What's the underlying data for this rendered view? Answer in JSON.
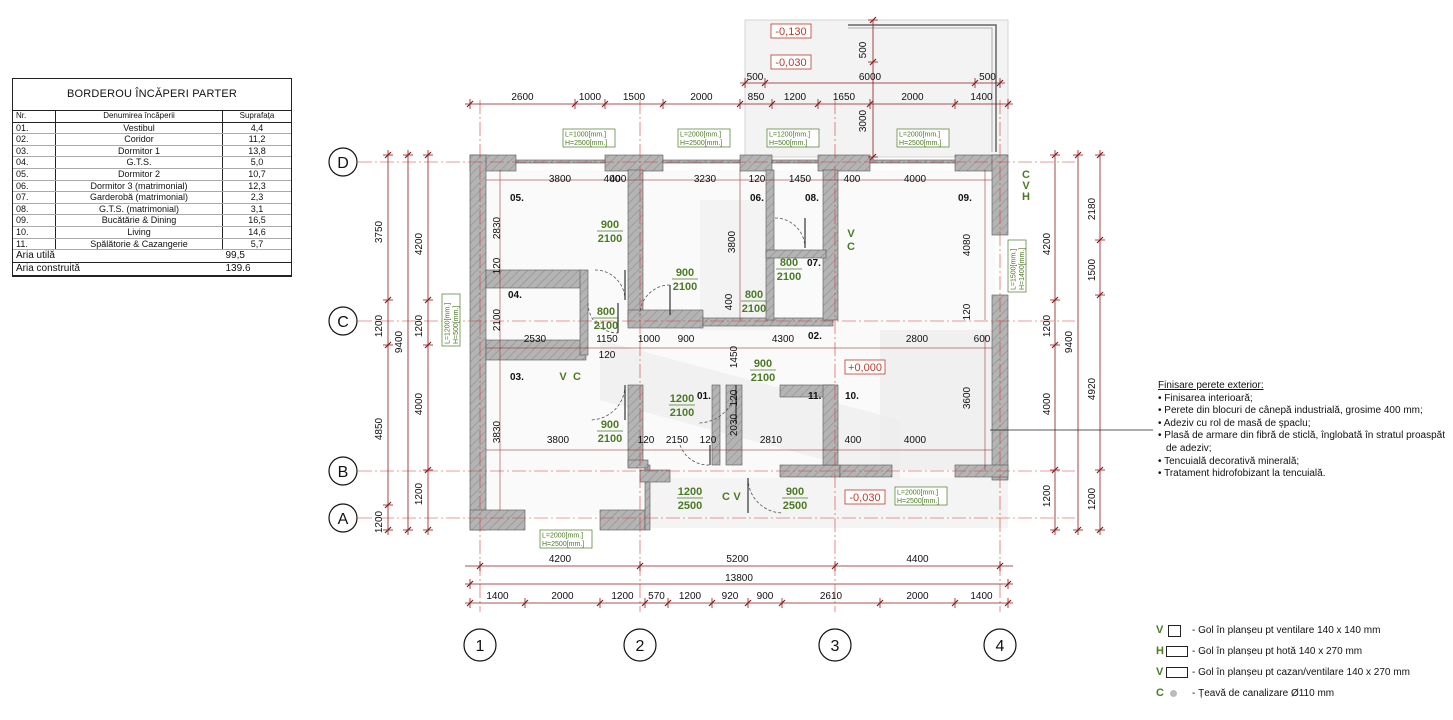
{
  "schedule": {
    "title": "BORDEROU ÎNCĂPERI PARTER",
    "headers": {
      "nr": "Nr.",
      "name": "Denumirea încăperii",
      "area": "Suprafața"
    },
    "rows": [
      {
        "nr": "01.",
        "name": "Vestibul",
        "area": "4,4"
      },
      {
        "nr": "02.",
        "name": "Coridor",
        "area": "11,2"
      },
      {
        "nr": "03.",
        "name": "Dormitor 1",
        "area": "13,8"
      },
      {
        "nr": "04.",
        "name": "G.T.S.",
        "area": "5,0"
      },
      {
        "nr": "05.",
        "name": "Dormitor 2",
        "area": "10,7"
      },
      {
        "nr": "06.",
        "name": "Dormitor 3 (matrimonial)",
        "area": "12,3"
      },
      {
        "nr": "07.",
        "name": "Garderobă (matrimonial)",
        "area": "2,3"
      },
      {
        "nr": "08.",
        "name": "G.T.S. (matrimonial)",
        "area": "3,1"
      },
      {
        "nr": "09.",
        "name": "Bucătărie & Dining",
        "area": "16,5"
      },
      {
        "nr": "10.",
        "name": "Living",
        "area": "14,6"
      },
      {
        "nr": "11.",
        "name": "Spălătorie & Cazangerie",
        "area": "5,7"
      }
    ],
    "useful_label": "Aria utilă",
    "useful_value": "99,5",
    "built_label": "Aria construită",
    "built_value": "139.6"
  },
  "axes": {
    "rows": [
      "D",
      "C",
      "B",
      "A"
    ],
    "cols": [
      "1",
      "2",
      "3",
      "4"
    ]
  },
  "levels": [
    "-0,130",
    "-0,030",
    "+0,000",
    "-0,030"
  ],
  "rooms": [
    "05.",
    "04.",
    "03.",
    "06.",
    "08.",
    "07.",
    "09.",
    "02.",
    "01.",
    "11.",
    "10."
  ],
  "dims_top": [
    "2600",
    "1000",
    "1500",
    "2000",
    "850",
    "1200",
    "1650",
    "2000",
    "1400"
  ],
  "dims_terrace": [
    "500",
    "6000",
    "500"
  ],
  "dims_terrace_v": [
    "500",
    "3000"
  ],
  "dims_bottom_1": [
    "4200",
    "5200",
    "4400"
  ],
  "dims_bottom_total": "13800",
  "dims_bottom_2": [
    "1400",
    "2000",
    "1200",
    "570",
    "1200",
    "920",
    "900",
    "2610",
    "2000",
    "1400"
  ],
  "dims_left_1": [
    "3750",
    "1200",
    "4850",
    "1200"
  ],
  "dims_left_2": [
    "4200",
    "1200",
    "4000",
    "1200"
  ],
  "dims_left_total": "9400",
  "dims_right_1": [
    "4200",
    "1200",
    "4000",
    "1200"
  ],
  "dims_right_total": "9400",
  "dims_right_2": [
    "2180",
    "1500",
    "4920",
    "1200"
  ],
  "dims_interior": [
    "3800",
    "400",
    "3230",
    "120",
    "1450",
    "400",
    "4000",
    "2830",
    "3800",
    "4080",
    "120",
    "2100",
    "2530",
    "1150",
    "1000",
    "900",
    "4300",
    "2800",
    "600",
    "120",
    "1450",
    "120",
    "3830",
    "3800",
    "120",
    "2150",
    "120",
    "2030",
    "2810",
    "400",
    "4000",
    "3600",
    "120",
    "400",
    "400"
  ],
  "openings": {
    "doors": [
      "900",
      "2100",
      "900",
      "2100",
      "800",
      "2100",
      "800",
      "2100",
      "800",
      "2100",
      "900",
      "2100",
      "1200",
      "2100",
      "900",
      "2100",
      "1200",
      "2500",
      "900",
      "2500"
    ],
    "window_tags": [
      "L=1000[mm.]",
      "H=2500[mm.]",
      "L=2000[mm.]",
      "H=2500[mm.]",
      "L=1200[mm.]",
      "H=500[mm.]",
      "L=2000[mm.]",
      "H=2500[mm.]",
      "L=1500[mm.]",
      "H=1400[mm.]",
      "L=1200[mm.]",
      "H=500[mm.]",
      "L=2000[mm.]",
      "H=2500[mm.]",
      "L=2000[mm.]",
      "H=2500[mm.]"
    ]
  },
  "utility_marks": [
    "C",
    "V",
    "H",
    "V",
    "C",
    "V",
    "C",
    "C",
    "V"
  ],
  "notes": {
    "title": "Finisare perete exterior:",
    "items": [
      "Finisarea interioară;",
      "Perete din blocuri de cânepă industrială, grosime 400 mm;",
      "Adeziv cu rol de masă de șpaclu;",
      "Plasă de armare din fibră de sticlă, înglobată în stratul proaspăt de adeziv;",
      "Tencuială decorativă minerală;",
      "Tratament hidrofobizant la tencuială."
    ]
  },
  "legend": [
    {
      "letter": "V",
      "text": "- Gol în planșeu pt ventilare 140 x 140 mm"
    },
    {
      "letter": "H",
      "text": "- Gol în planșeu pt hotă 140 x 270 mm"
    },
    {
      "letter": "V",
      "text": "- Gol în planșeu pt cazan/ventilare 140 x 270 mm"
    },
    {
      "letter": "C",
      "text": "- Țeavă de canalizare Ø110 mm"
    }
  ],
  "colors": {
    "dim": "#8b1a1a",
    "axis": "#d23a3a",
    "door": "#4b7a24",
    "wall": "#a8a8a8",
    "level": "#c0392b"
  }
}
